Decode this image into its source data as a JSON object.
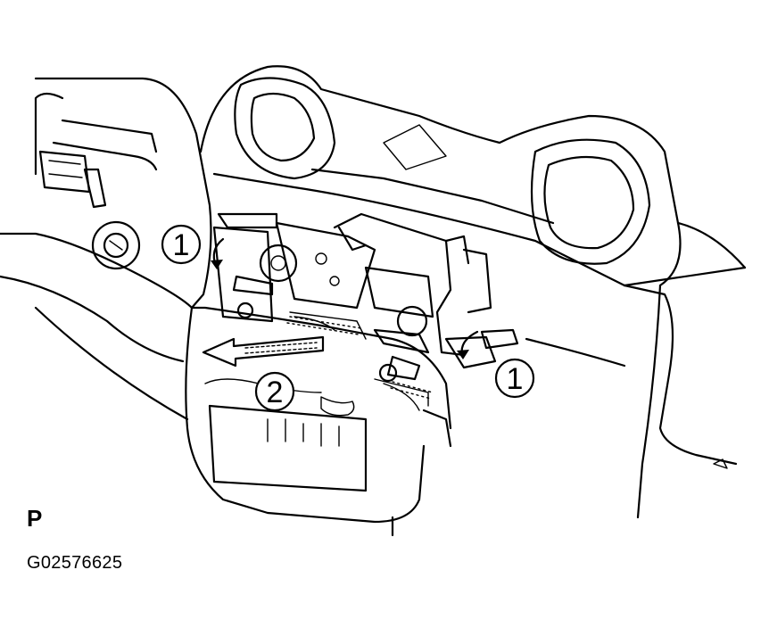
{
  "figure": {
    "callouts": [
      {
        "id": "callout-1-left",
        "label": "1"
      },
      {
        "id": "callout-1-right",
        "label": "1"
      },
      {
        "id": "callout-2",
        "label": "2"
      }
    ],
    "view_letter": "P",
    "figure_code": "G02576625"
  }
}
